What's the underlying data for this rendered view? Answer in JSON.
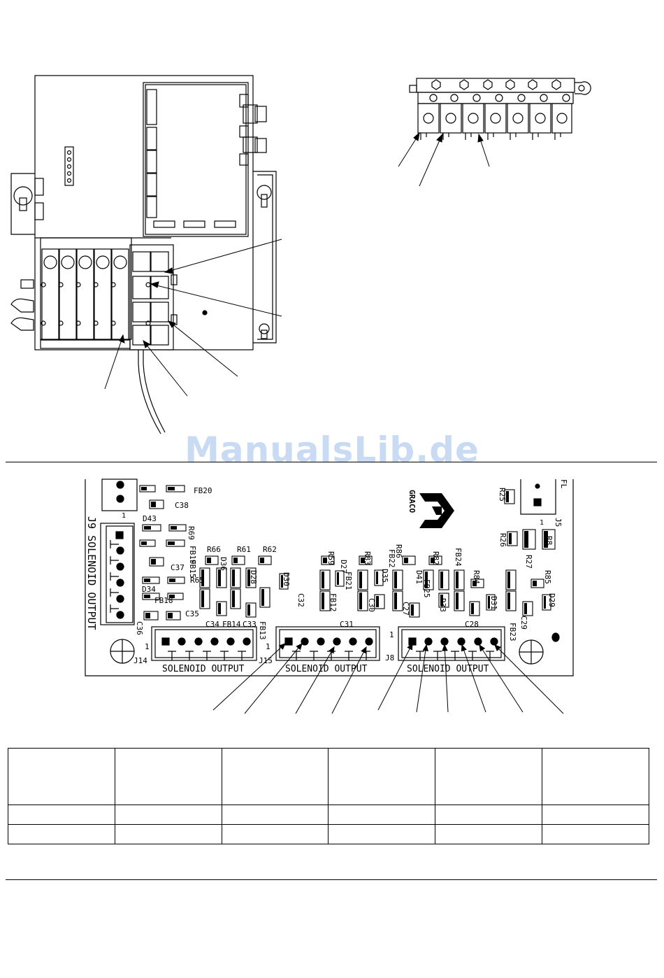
{
  "watermark": "ManualsLib.de",
  "board": {
    "logo_text": "GRACO",
    "connectors": {
      "j9": "J9 SOLENOID OUTPUT",
      "j14": "J14",
      "j15": "J15",
      "j8": "J8",
      "j5": "J5",
      "fl": "FL",
      "solenoid_output": "SOLENOID OUTPUT",
      "pin_one": "1"
    },
    "labels": [
      "FB20",
      "C38",
      "D43",
      "R69",
      "FB19",
      "FB15",
      "C37",
      "D36",
      "R66",
      "R61",
      "R62",
      "D28",
      "D30",
      "R65",
      "D34",
      "FB18",
      "C35",
      "C36",
      "C34",
      "FB14",
      "C33",
      "FB13",
      "C32",
      "FB12",
      "R59",
      "D27",
      "FB21",
      "R83",
      "D35",
      "C30",
      "C31",
      "R86",
      "FB22",
      "D41",
      "FB25",
      "C27",
      "R82",
      "D33",
      "FB24",
      "C28",
      "R84",
      "D31",
      "FB23",
      "C29",
      "R85",
      "D29",
      "R25",
      "R26",
      "R8",
      "R27"
    ]
  },
  "table": {
    "columns": 6,
    "rows": 2
  }
}
